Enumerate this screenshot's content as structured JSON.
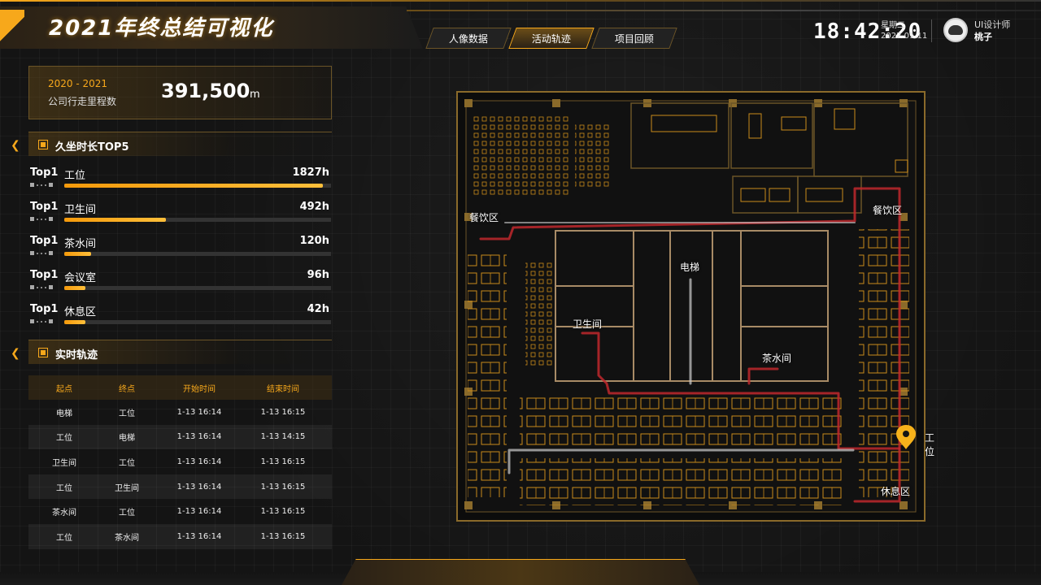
{
  "header": {
    "title": "2021年终总结可视化",
    "tabs": [
      {
        "label": "人像数据",
        "active": false
      },
      {
        "label": "活动轨迹",
        "active": true
      },
      {
        "label": "项目回顾",
        "active": false
      }
    ],
    "time": "18:42:20",
    "weekday": "星期二",
    "date": "2022.01.11",
    "user_role": "UI设计师",
    "user_name": "桃子"
  },
  "mileage": {
    "years": "2020 - 2021",
    "label": "公司行走里程数",
    "value": "391,500",
    "unit": "m"
  },
  "top5": {
    "title": "久坐时长TOP5",
    "items": [
      {
        "rank": "Top1",
        "place": "工位",
        "hours": "1827h",
        "fraction": 0.97
      },
      {
        "rank": "Top1",
        "place": "卫生间",
        "hours": "492h",
        "fraction": 0.38
      },
      {
        "rank": "Top1",
        "place": "茶水间",
        "hours": "120h",
        "fraction": 0.1
      },
      {
        "rank": "Top1",
        "place": "会议室",
        "hours": "96h",
        "fraction": 0.08
      },
      {
        "rank": "Top1",
        "place": "休息区",
        "hours": "42h",
        "fraction": 0.08
      }
    ]
  },
  "tracks": {
    "title": "实时轨迹",
    "columns": [
      "起点",
      "终点",
      "开始时间",
      "结束时间"
    ],
    "rows": [
      [
        "电梯",
        "工位",
        "1-13  16:14",
        "1-13  16:15"
      ],
      [
        "工位",
        "电梯",
        "1-13  16:14",
        "1-13  14:15"
      ],
      [
        "卫生间",
        "工位",
        "1-13  16:14",
        "1-13  16:15"
      ],
      [
        "工位",
        "卫生间",
        "1-13  16:14",
        "1-13  16:15"
      ],
      [
        "茶水间",
        "工位",
        "1-13  16:14",
        "1-13  16:15"
      ],
      [
        "工位",
        "茶水间",
        "1-13  16:14",
        "1-13  16:15"
      ]
    ]
  },
  "map": {
    "labels": {
      "dining_left": "餐饮区",
      "dining_right": "餐饮区",
      "elevator": "电梯",
      "restroom": "卫生间",
      "tea_room": "茶水间",
      "workstation": "工位",
      "rest_area": "休息区"
    },
    "accent_color": "#f7a81b",
    "route_color": "#c0282d"
  }
}
